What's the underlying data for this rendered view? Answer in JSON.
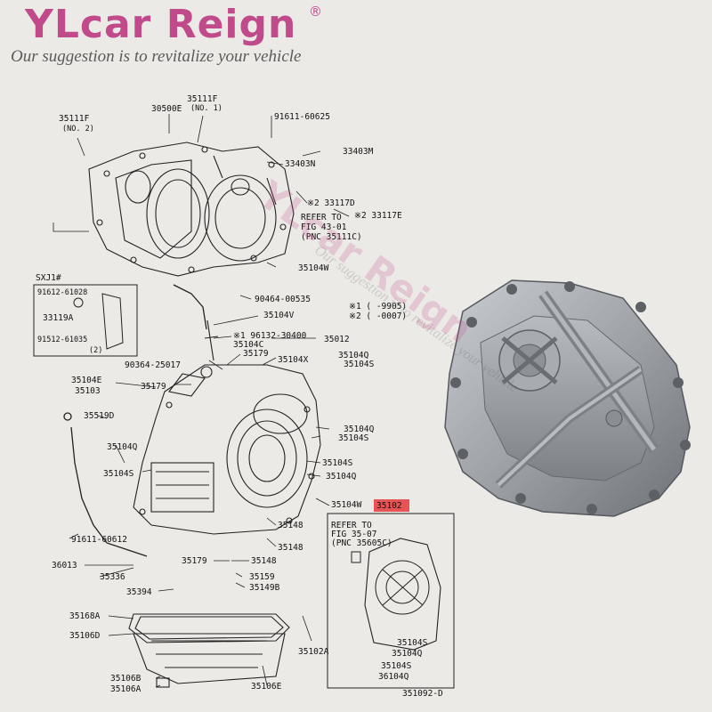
{
  "brand": {
    "name": "YLcar Reign",
    "registered": "®",
    "tagline": "Our suggestion is to revitalize your vehicle"
  },
  "watermark": {
    "name": "YLcar Reign",
    "tagline": "Our suggestion is to revitalize your vehicle"
  },
  "labels": {
    "p35111F_no2": "35111F",
    "no2": "(NO. 2)",
    "p30500E": "30500E",
    "p35111F_no1": "35111F",
    "no1": "(NO. 1)",
    "p91611_60625": "91611-60625",
    "p33403M": "33403M",
    "p33403N": "33403N",
    "p33117D": "※2 33117D",
    "p33117E": "※2 33117E",
    "refer1": "REFER TO",
    "refer1b": "FIG 43-01",
    "refer1c": "(PNC 35111C)",
    "p35104W_top": "35104W",
    "sxj": "SXJ1#",
    "p91612_61028": "91612-61028",
    "p33119A": "33119A",
    "p91512_61035": "91512-61035",
    "qty2": "(2)",
    "p90464_00535": "90464-00535",
    "p35104V": "35104V",
    "note1": "※1 (     -9905)",
    "note2": "※2 (     -0007)",
    "p96132": "※1 96132-30400",
    "p35104C": "35104C",
    "p35012": "35012",
    "p35179a": "35179",
    "p35104X": "35104X",
    "p35104Q_a": "35104Q",
    "p35104S_a": "35104S",
    "p90364": "90364-25017",
    "p35104E": "35104E",
    "p35103": "35103",
    "p35179b": "35179",
    "p35519D": "35519D",
    "p35104Q_b": "35104Q",
    "p35104S_b": "35104S",
    "p35104Q_c": "35104Q",
    "p35104S_c": "35104S",
    "p35104S_d": "35104S",
    "p35104Q_d": "35104Q",
    "p35104W_mid": "35104W",
    "p35102": "35102",
    "p91611_60612": "91611-60612",
    "p35148a": "35148",
    "p35148b": "35148",
    "refer2": "REFER TO",
    "refer2b": "FIG 35-07",
    "refer2c": "(PNC 35605C)",
    "p36013": "36013",
    "p35336": "35336",
    "p35179c": "35179",
    "p35148c": "35148",
    "p35159": "35159",
    "p35149B": "35149B",
    "p35394": "35394",
    "p35168A": "35168A",
    "p35106D": "35106D",
    "p35102A": "35102A",
    "p35104S_e": "35104S",
    "p35104Q_e": "35104Q",
    "p35104S_f": "35104S",
    "p36104Q": "36104Q",
    "p35106B": "35106B",
    "p35106A": "35106A",
    "p35106E": "35106E",
    "fig": "351092-D"
  }
}
